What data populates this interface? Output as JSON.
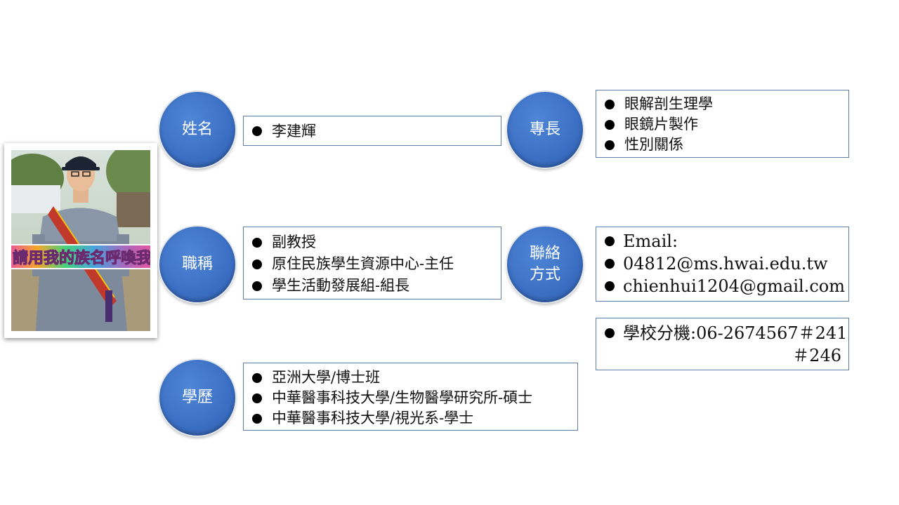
{
  "name": {
    "label": "姓名",
    "items": [
      "李建輝"
    ]
  },
  "title": {
    "label": "職稱",
    "items": [
      "副教授",
      "原住民族學生資源中心-主任",
      "學生活動發展組-組長"
    ]
  },
  "education": {
    "label": "學歷",
    "items": [
      "亞洲大學/博士班",
      "中華醫事科技大學/生物醫學研究所-碩士",
      "中華醫事科技大學/視光系-學士"
    ]
  },
  "expertise": {
    "label": "專長",
    "items": [
      "眼解剖生理學",
      "眼鏡片製作",
      "性別關係"
    ]
  },
  "contact": {
    "label_line1": "聯絡",
    "label_line2": "方式",
    "items": [
      "Email:",
      "04812@ms.hwai.edu.tw",
      "chienhui1204@gmail.com"
    ],
    "extension_line1": "學校分機:06-2674567＃241",
    "extension_line2": "＃246"
  },
  "photo": {
    "banner_text": "請用我的族名呼喚我"
  },
  "colors": {
    "circle_blue": "#3b6fc4",
    "box_border": "#5b7fa8"
  }
}
